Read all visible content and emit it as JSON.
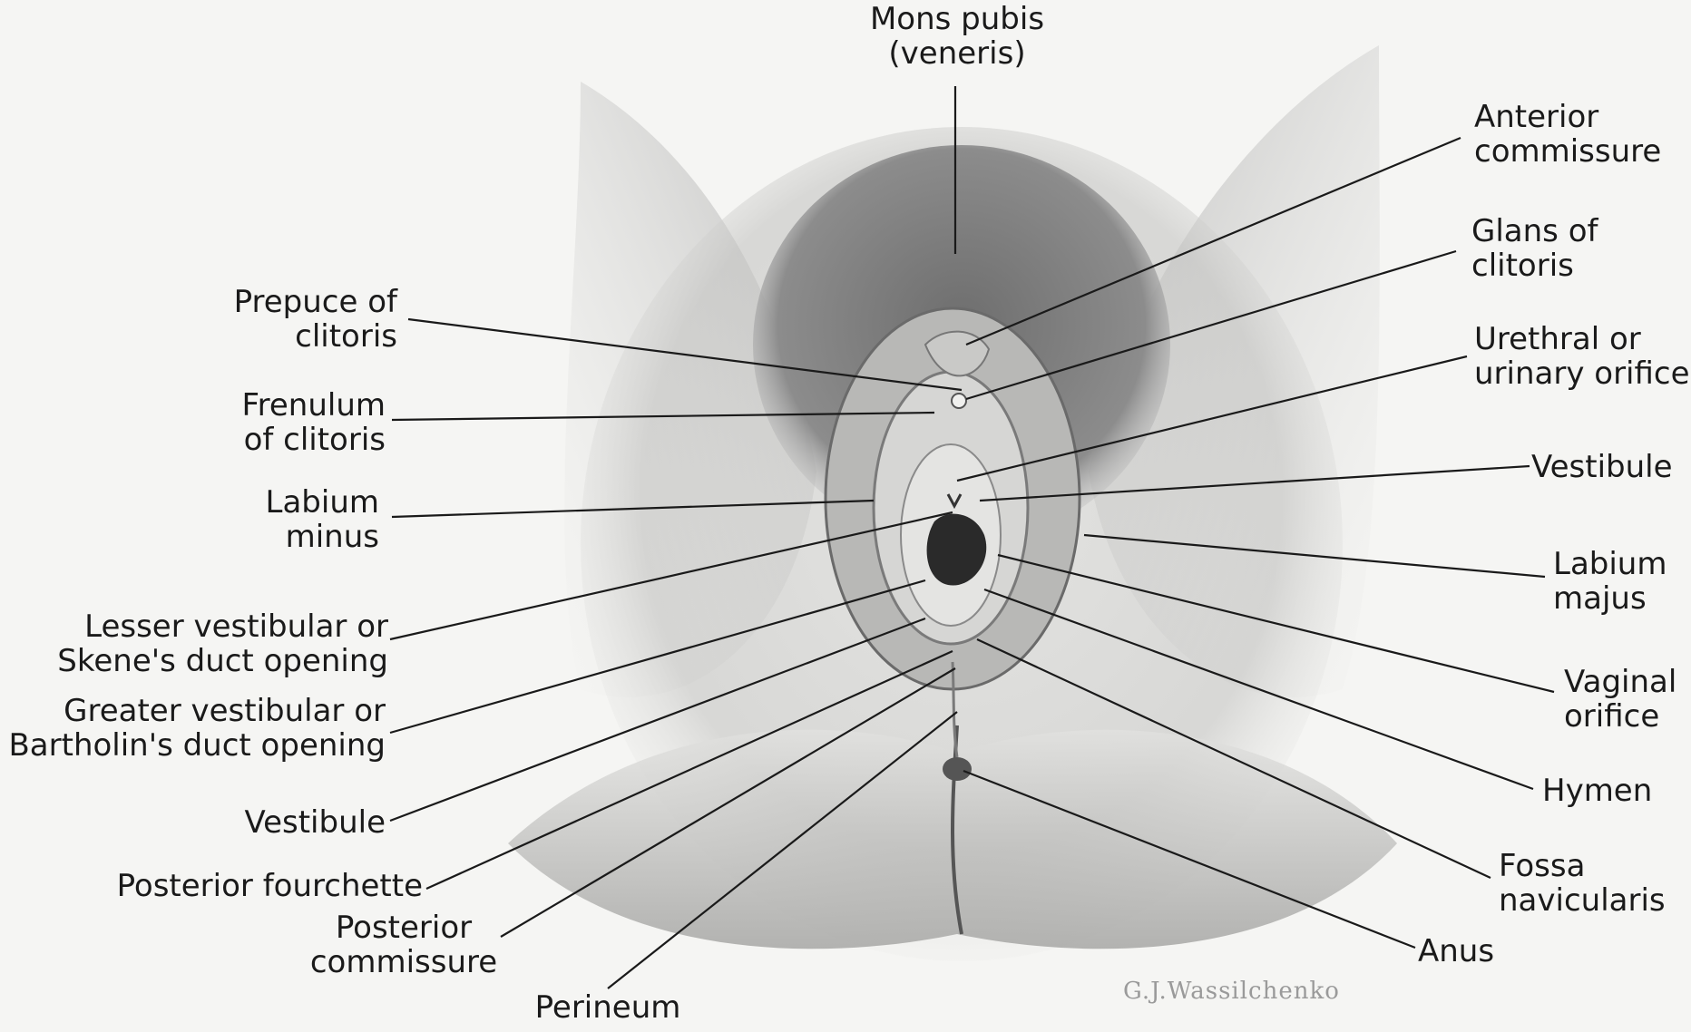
{
  "labels": {
    "mons_pubis": [
      "Mons pubis",
      "(veneris)"
    ],
    "anterior_commissure": [
      "Anterior",
      "commissure"
    ],
    "glans_of_clitoris": [
      "Glans of",
      "clitoris"
    ],
    "urethral_orifice": [
      "Urethral or",
      "urinary orifice"
    ],
    "vestibule_right": [
      "Vestibule"
    ],
    "labium_majus": [
      "Labium",
      "majus"
    ],
    "vaginal_orifice": [
      "Vaginal",
      "orifice"
    ],
    "hymen": [
      "Hymen"
    ],
    "fossa_navicularis": [
      "Fossa",
      "navicularis"
    ],
    "anus": [
      "Anus"
    ],
    "prepuce_of_clitoris": [
      "Prepuce of",
      "clitoris"
    ],
    "frenulum_of_clitoris": [
      "Frenulum",
      "of clitoris"
    ],
    "labium_minus": [
      "Labium",
      "minus"
    ],
    "skenes_duct": [
      "Lesser vestibular or",
      "Skene's duct opening"
    ],
    "bartholins_duct": [
      "Greater vestibular or",
      "Bartholin's duct opening"
    ],
    "vestibule_left": [
      "Vestibule"
    ],
    "posterior_fourchette": [
      "Posterior fourchette"
    ],
    "posterior_commissure": [
      "Posterior",
      "commissure"
    ],
    "perineum": [
      "Perineum"
    ]
  },
  "signature": "G.J.Wassilchenko",
  "colors": {
    "background": "#f5f5f3",
    "line": "#1a1a1a",
    "shading": "#8a8a8a"
  }
}
